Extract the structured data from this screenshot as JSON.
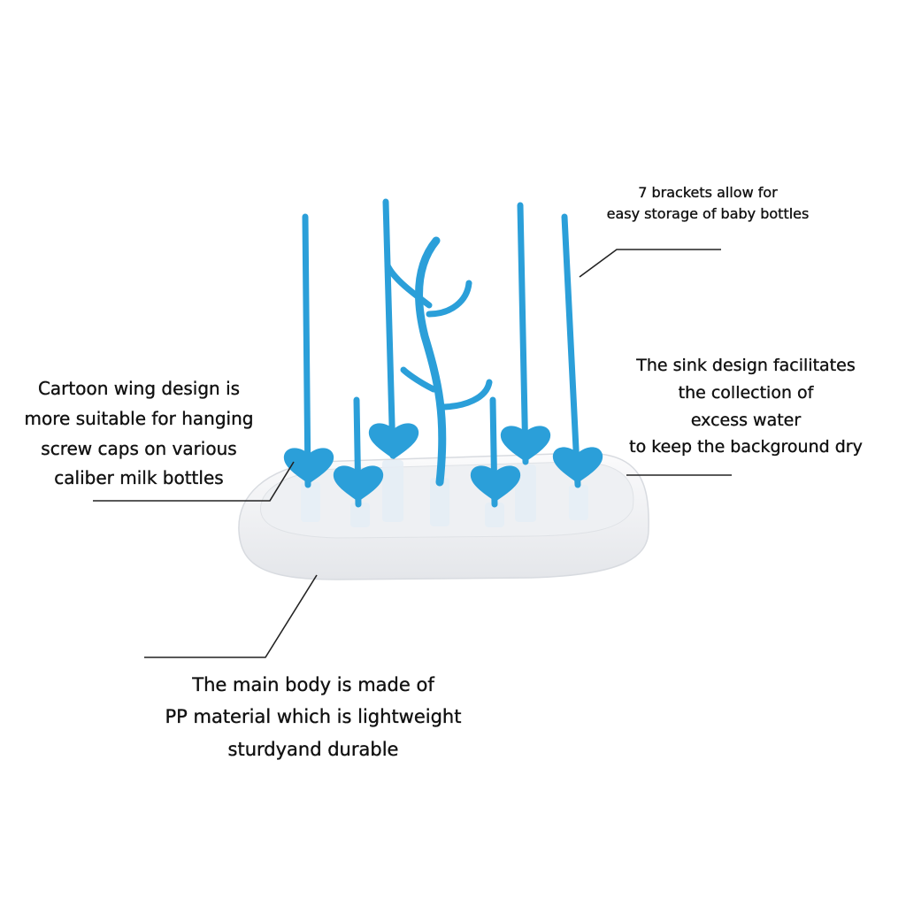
{
  "captions": {
    "brackets": [
      "7 brackets allow for",
      "easy storage of baby bottles"
    ],
    "wings": [
      "Cartoon wing design is",
      "more suitable for hanging",
      "screw caps on various",
      "caliber milk bottles"
    ],
    "sink": [
      "The sink design facilitates",
      "the collection of",
      "excess water",
      "to keep the background dry"
    ],
    "body": [
      "The main body is made of",
      "PP material which is lightweight",
      "sturdyand durable"
    ]
  },
  "colors": {
    "rod_blue": "#2b9fd9",
    "tray_white": "#f2f3f5",
    "text": "#111111",
    "leader_line": "#222222"
  }
}
